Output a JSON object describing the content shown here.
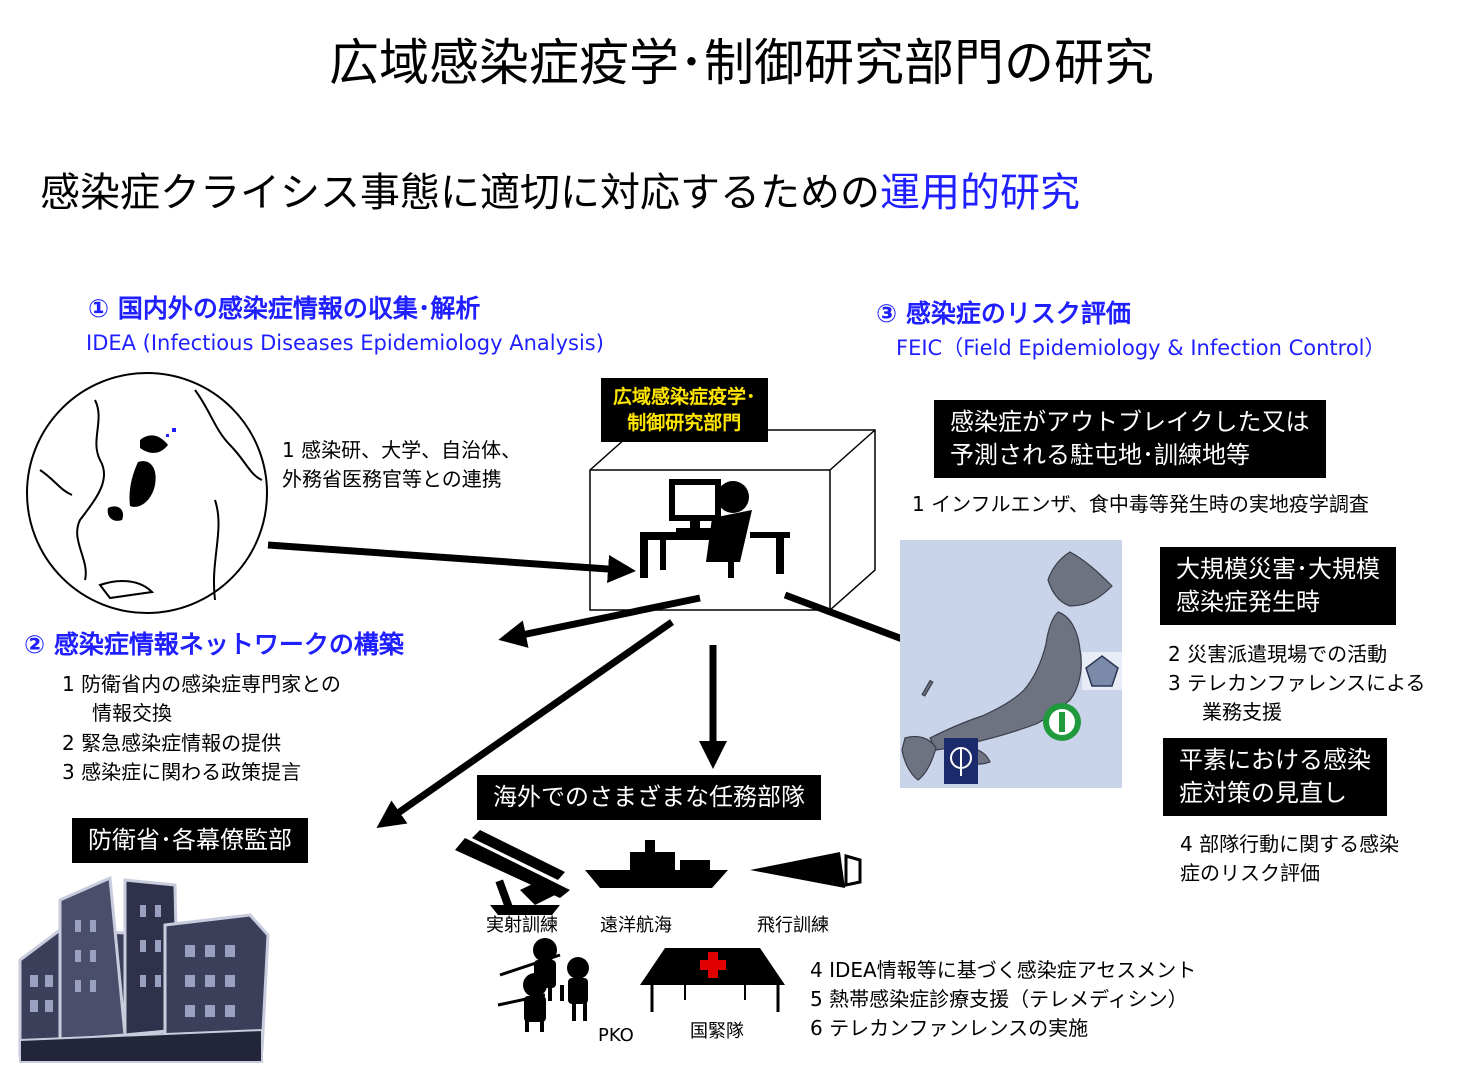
{
  "title": "広域感染症疫学･制御研究部門の研究",
  "subtitle": {
    "prefix": "感染症クライシス事態に適切に対応するための",
    "highlight": "運用的研究"
  },
  "colors": {
    "accent_blue": "#1f1fff",
    "label_yellow": "#ffe600",
    "map_bg": "#c9d3ea"
  },
  "section1": {
    "heading": "①  国内外の感染症情報の収集･解析",
    "subheading": "IDEA (Infectious Diseases Epidemiology Analysis)",
    "item1_line1": "1  感染研、大学、自治体、",
    "item1_line2": "外務省医務官等との連携"
  },
  "section2": {
    "heading": "②  感染症情報ネットワークの構築",
    "item1_line1": "1  防衛省内の感染症専門家との",
    "item1_line2": "情報交換",
    "item2": "2  緊急感染症情報の提供",
    "item3": "3  感染症に関わる政策提言"
  },
  "section3": {
    "heading": "③  感染症のリスク評価",
    "subheading": "FEIC（Field Epidemiology & Infection Control）"
  },
  "center": {
    "label_line1": "広域感染症疫学･",
    "label_line2": "制御研究部門"
  },
  "ministry": {
    "label": "防衛省･各幕僚監部"
  },
  "overseas": {
    "label": "海外でのさまざまな任務部隊",
    "captions": {
      "live_fire": "実射訓練",
      "ocean_voyage": "遠洋航海",
      "flight": "飛行訓練",
      "pko": "PKO",
      "intl_relief": "国緊隊"
    },
    "item4": "4  IDEA情報等に基づく感染症アセスメント",
    "item5": "5  熱帯感染症診療支援（テレメディシン）",
    "item6": "6  テレカンファンレンスの実施"
  },
  "outbreak": {
    "label_line1": "感染症がアウトブレイクした又は",
    "label_line2": "予測される駐屯地･訓練地等",
    "item1": "1  インフルエンザ、食中毒等発生時の実地疫学調査"
  },
  "disaster": {
    "label_line1": "大規模災害･大規模",
    "label_line2": "感染症発生時",
    "item2": "2  災害派遣現場での活動",
    "item3_line1": "3  テレカンファレンスによる",
    "item3_line2": "業務支援"
  },
  "peacetime": {
    "label_line1": "平素における感染",
    "label_line2": "症対策の見直し",
    "item4_line1": "4  部隊行動に関する感染",
    "item4_line2": "症のリスク評価"
  }
}
